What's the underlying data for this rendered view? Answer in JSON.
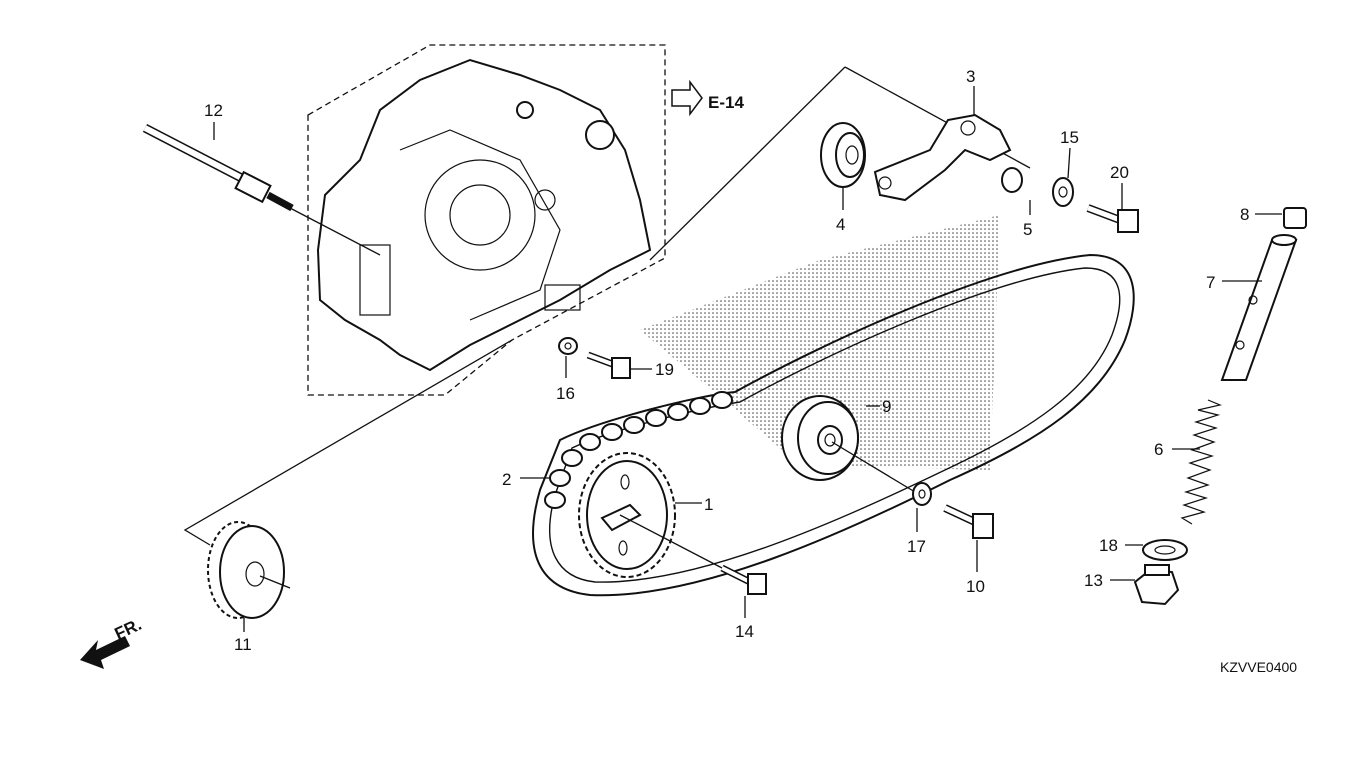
{
  "diagram": {
    "reference_tag": "E-14",
    "front_marker": "FR.",
    "diagram_code": "KZVVE0400",
    "callouts": [
      {
        "id": "c1",
        "text": "1"
      },
      {
        "id": "c2",
        "text": "2"
      },
      {
        "id": "c3",
        "text": "3"
      },
      {
        "id": "c4",
        "text": "4"
      },
      {
        "id": "c5",
        "text": "5"
      },
      {
        "id": "c6",
        "text": "6"
      },
      {
        "id": "c7",
        "text": "7"
      },
      {
        "id": "c8",
        "text": "8"
      },
      {
        "id": "c9",
        "text": "9"
      },
      {
        "id": "c10",
        "text": "10"
      },
      {
        "id": "c11",
        "text": "11"
      },
      {
        "id": "c12",
        "text": "12"
      },
      {
        "id": "c13",
        "text": "13"
      },
      {
        "id": "c14",
        "text": "14"
      },
      {
        "id": "c15",
        "text": "15"
      },
      {
        "id": "c16",
        "text": "16"
      },
      {
        "id": "c17",
        "text": "17"
      },
      {
        "id": "c18",
        "text": "18"
      },
      {
        "id": "c19",
        "text": "19"
      },
      {
        "id": "c20",
        "text": "20"
      }
    ]
  }
}
